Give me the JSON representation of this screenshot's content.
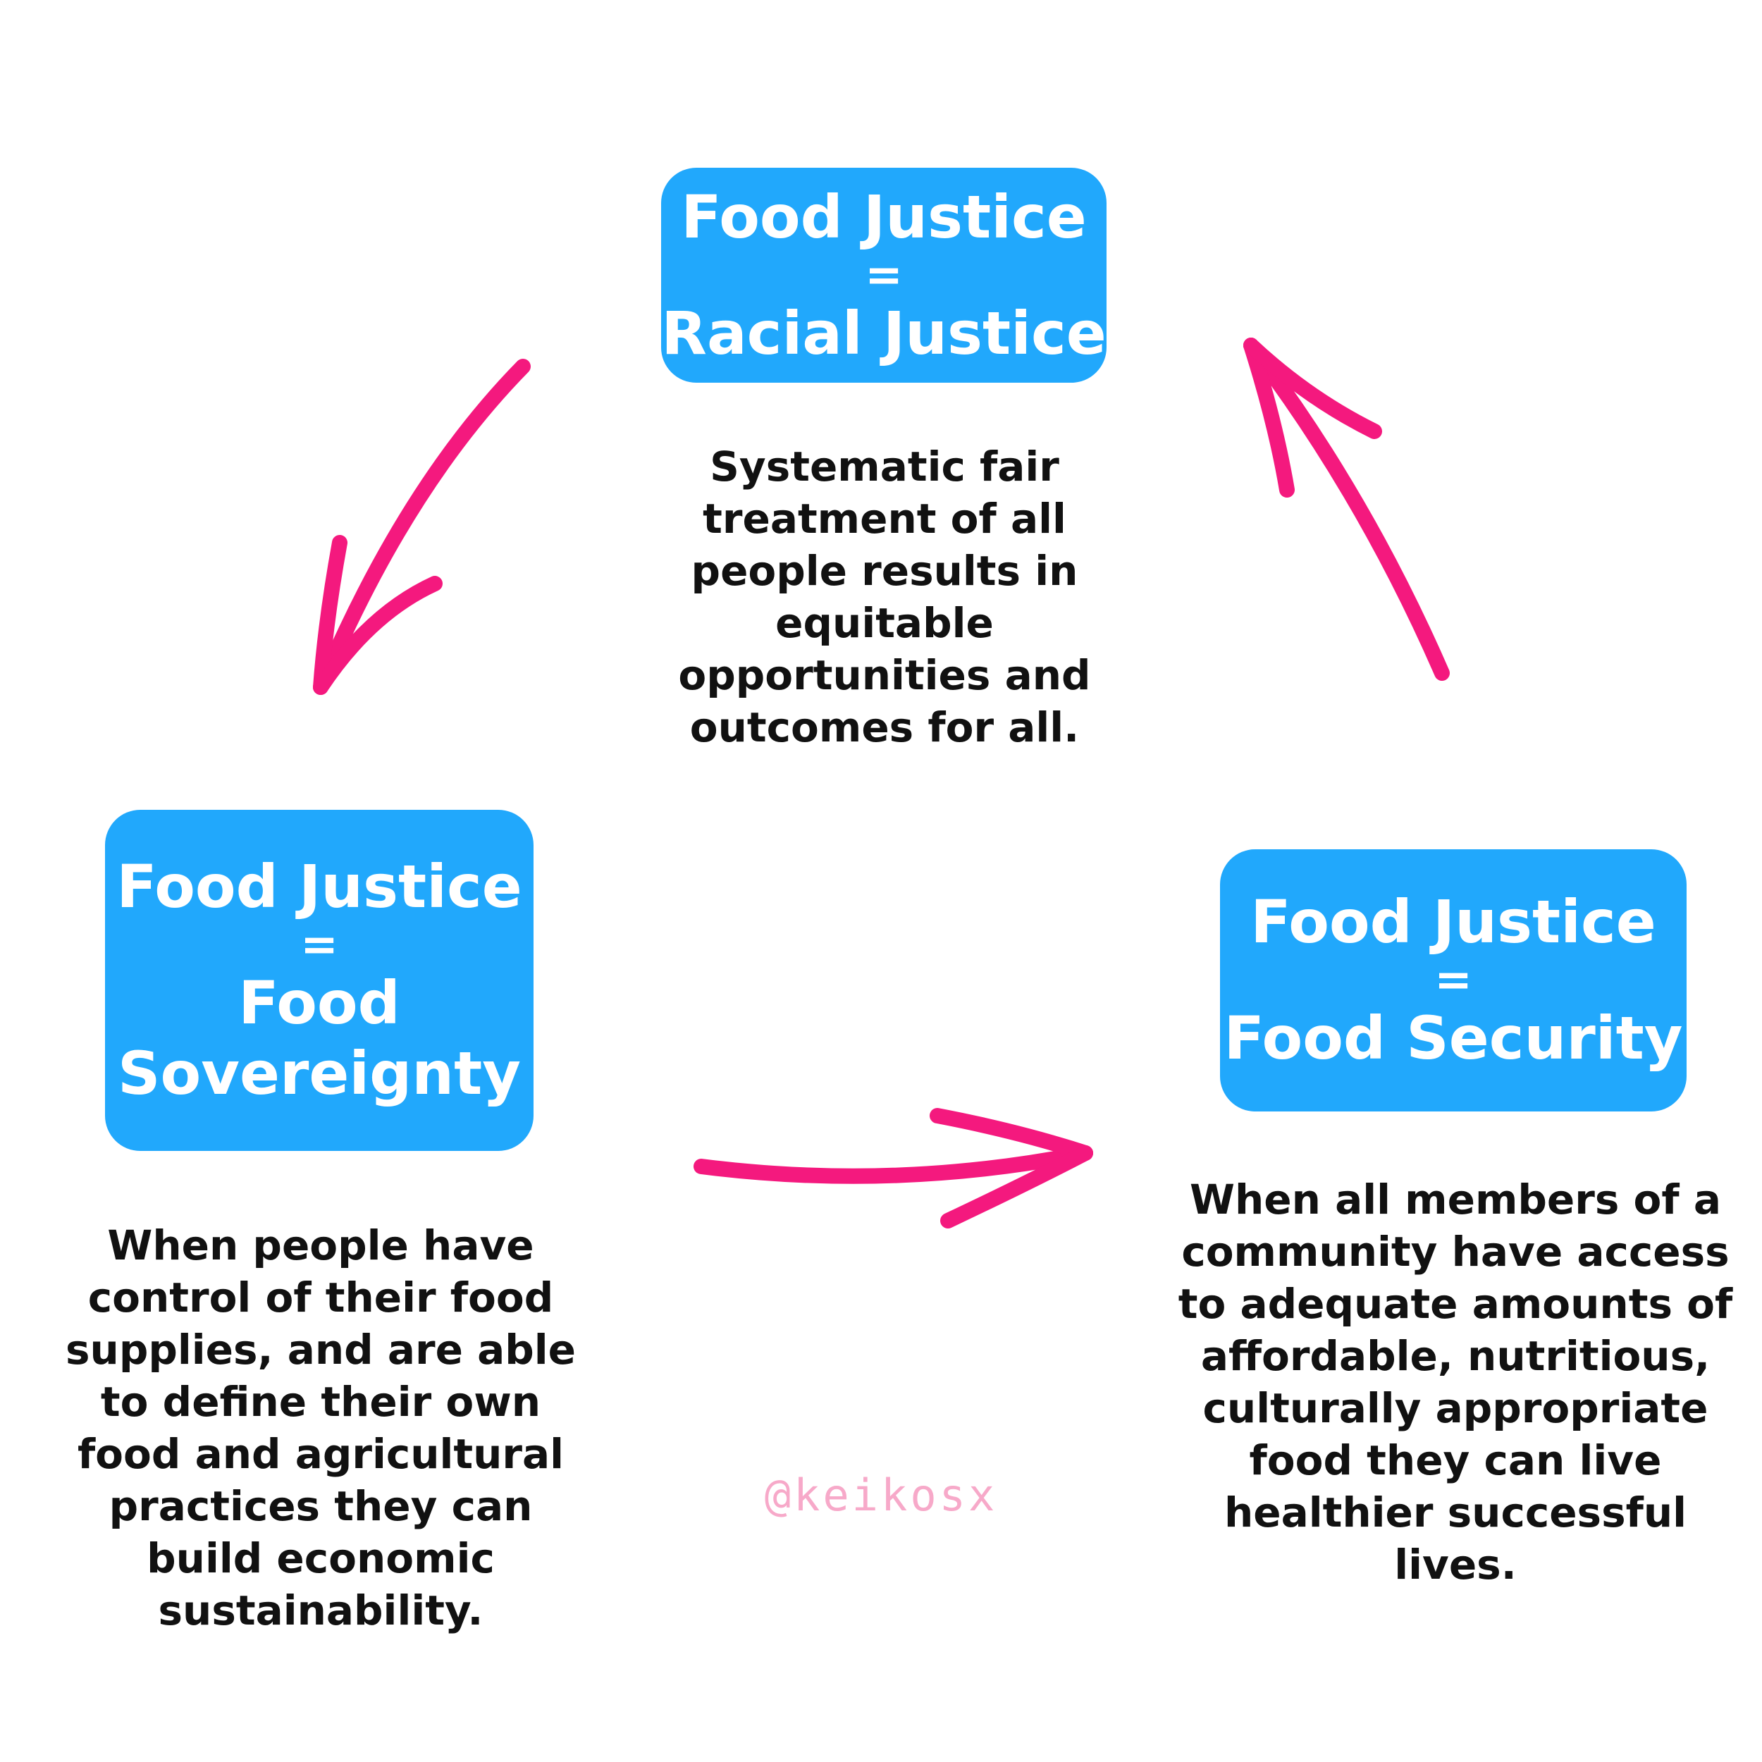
{
  "accent_color": "#21a8fc",
  "arrow_color": "#f4197e",
  "nodes": {
    "top": {
      "line1": "Food Justice",
      "eq": "=",
      "line2": "Racial Justice",
      "description": "Systematic fair treatment of all people results in equitable opportunities and outcomes for all."
    },
    "left": {
      "line1": "Food Justice",
      "eq": "=",
      "line2": "Food",
      "line3": "Sovereignty",
      "description": "When people have control of their food supplies, and are able to define their own food and agricultural practices they can build economic sustainability."
    },
    "right": {
      "line1": "Food Justice",
      "eq": "=",
      "line2": "Food Security",
      "description": "When all members of a community have access to adequate amounts of affordable, nutritious, culturally appropriate food they can live healthier successful lives."
    }
  },
  "credit": "@keikosx"
}
